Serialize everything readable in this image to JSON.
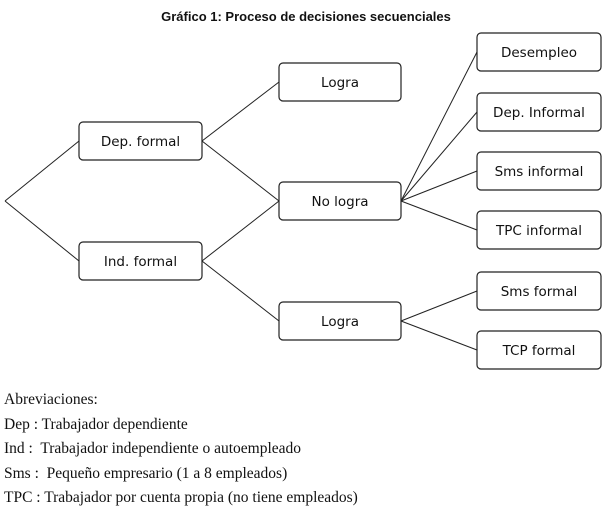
{
  "title": "Gráfico 1: Proceso de decisiones secuenciales",
  "nodes": {
    "dep_formal": "Dep. formal",
    "ind_formal": "Ind. formal",
    "logra_top": "Logra",
    "no_logra": "No logra",
    "logra_bottom": "Logra",
    "desempleo": "Desempleo",
    "dep_informal": "Dep. Informal",
    "sms_informal": "Sms informal",
    "tpc_informal": "TPC informal",
    "sms_formal": "Sms formal",
    "tcp_formal": "TCP formal"
  },
  "abbreviations": {
    "heading": "Abreviaciones:",
    "items": [
      "Dep : Trabajador dependiente",
      "Ind :  Trabajador independiente o autoempleado",
      "Sms :  Pequeño empresario (1 a 8 empleados)",
      "TPC : Trabajador por cuenta propia (no tiene empleados)"
    ]
  }
}
